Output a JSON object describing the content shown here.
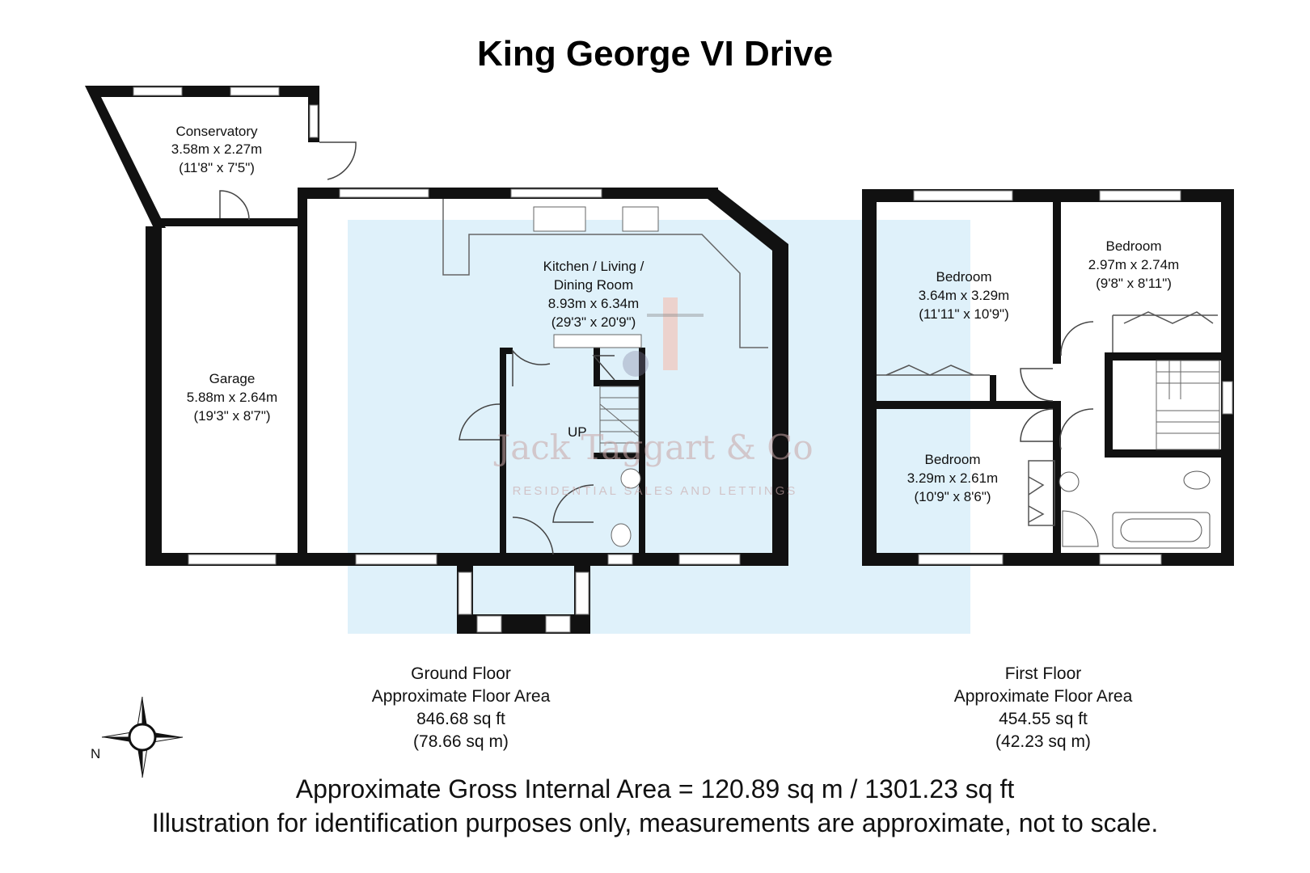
{
  "title": "King George VI Drive",
  "rooms": {
    "conservatory": {
      "name": "Conservatory",
      "metric": "3.58m x 2.27m",
      "imperial": "(11'8\" x 7'5\")"
    },
    "garage": {
      "name": "Garage",
      "metric": "5.88m x 2.64m",
      "imperial": "(19'3\" x 8'7\")"
    },
    "kitchen": {
      "name_line1": "Kitchen / Living /",
      "name_line2": "Dining Room",
      "metric": "8.93m x 6.34m",
      "imperial": "(29'3\" x 20'9\")"
    },
    "bedroom1": {
      "name": "Bedroom",
      "metric": "3.64m x 3.29m",
      "imperial": "(11'11\" x 10'9\")"
    },
    "bedroom2": {
      "name": "Bedroom",
      "metric": "2.97m x 2.74m",
      "imperial": "(9'8\" x 8'11\")"
    },
    "bedroom3": {
      "name": "Bedroom",
      "metric": "3.29m x 2.61m",
      "imperial": "(10'9\" x 8'6\")"
    }
  },
  "stairs_label": "UP",
  "ground_floor": {
    "name": "Ground Floor",
    "area_label": "Approximate Floor Area",
    "sq_ft": "846.68 sq ft",
    "sq_m": "(78.66 sq m)"
  },
  "first_floor": {
    "name": "First Floor",
    "area_label": "Approximate Floor Area",
    "sq_ft": "454.55 sq ft",
    "sq_m": "(42.23 sq m)"
  },
  "compass_label": "N",
  "gross_area": "Approximate Gross Internal Area = 120.89 sq m / 1301.23 sq ft",
  "disclaimer": "Illustration for identification purposes only, measurements are approximate, not to scale.",
  "watermark": {
    "name": "Jack Taggart & Co",
    "tagline": "RESIDENTIAL SALES AND LETTINGS"
  },
  "colors": {
    "wall": "#111111",
    "highlight": "#dff1fa",
    "watermark": "#c9a6a6",
    "accent": "#f6b8a8"
  }
}
